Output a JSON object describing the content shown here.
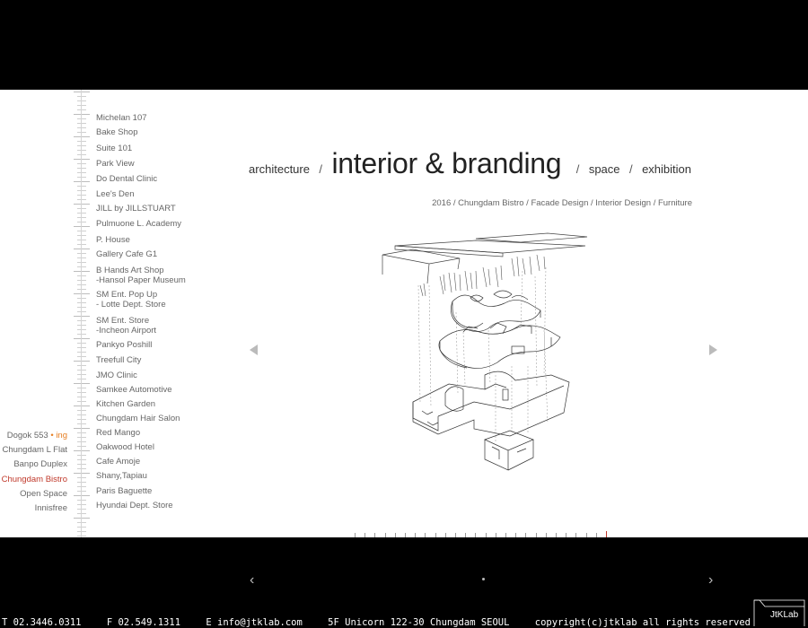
{
  "nav": {
    "architecture": "architecture",
    "interior": "interior & branding",
    "space": "space",
    "exhibition": "exhibition",
    "separator": "/"
  },
  "caption": "2016 / Chungdam Bistro / Facade Design / Interior Design / Furniture",
  "projects": [
    [
      "Michelan 107"
    ],
    [
      "Bake Shop"
    ],
    [
      "Suite 101"
    ],
    [
      "Park View"
    ],
    [
      "Do Dental Clinic"
    ],
    [
      "Lee's Den"
    ],
    [
      "JILL by JILLSTUART"
    ],
    [
      "Pulmuone L. Academy"
    ],
    [
      "P. House"
    ],
    [
      "Gallery Cafe G1"
    ],
    [
      "B Hands Art Shop",
      "-Hansol Paper Museum"
    ],
    [
      "SM Ent. Pop Up",
      "- Lotte Dept. Store"
    ],
    [
      "SM Ent. Store",
      "-Incheon Airport"
    ],
    [
      "Pankyo Poshill"
    ],
    [
      "Treefull City"
    ],
    [
      "JMO Clinic"
    ],
    [
      "Samkee Automotive"
    ],
    [
      "Kitchen Garden"
    ],
    [
      "Chungdam Hair Salon"
    ],
    [
      "Red Mango"
    ],
    [
      "Oakwood Hotel"
    ],
    [
      "Cafe Amoje"
    ],
    [
      "Shany,Tapiau"
    ],
    [
      "Paris Baguette"
    ],
    [
      "Hyundai Dept. Store"
    ]
  ],
  "recent": {
    "first": "Dogok 553",
    "first_dot": "•",
    "first_status": "ing",
    "items": [
      "Chungdam L Flat",
      "Banpo Duplex",
      "Chungdam Bistro",
      "Open Space",
      "Innisfree"
    ]
  },
  "pager": {
    "prev": "‹",
    "next": "›"
  },
  "footer": {
    "tel": "T  02.3446.0311",
    "fax": "F  02.549.1311",
    "email": "E  info@jtklab.com",
    "address": "5F Unicorn 122-30 Chungdam SEOUL",
    "copyright": "copyright(c)jtklab all rights reserved"
  },
  "logo": "JtKLab",
  "icons": {
    "prev": "triangle-left-icon",
    "next": "triangle-right-icon"
  },
  "colors": {
    "active": "#c0392b",
    "ing": "#e67e22",
    "background": "#000000",
    "panel": "#ffffff"
  }
}
